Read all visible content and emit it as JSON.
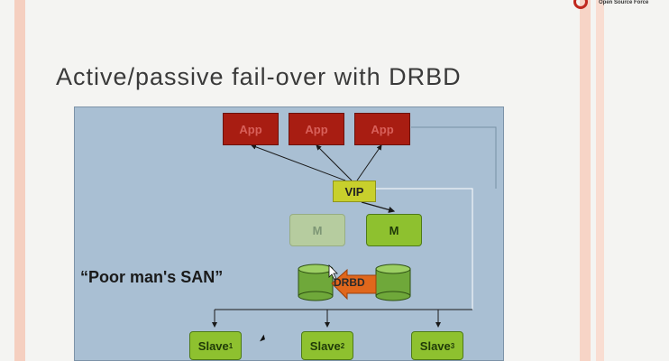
{
  "slide": {
    "title": "Active/passive fail-over with DRBD",
    "logo_text": "Open Source Force"
  },
  "diagram": {
    "apps": [
      "App",
      "App",
      "App"
    ],
    "vip_label": "VIP",
    "masters": [
      {
        "label": "M",
        "state": "passive"
      },
      {
        "label": "M",
        "state": "active"
      }
    ],
    "replication_label": "DRBD",
    "san_label": "“Poor man's SAN”",
    "slaves": [
      {
        "label": "Slave",
        "index": "1"
      },
      {
        "label": "Slave",
        "index": "2"
      },
      {
        "label": "Slave",
        "index": "3"
      }
    ]
  },
  "colors": {
    "app": "#a81d12",
    "vip": "#c8d02c",
    "node_active": "#8ec12f",
    "node_passive": "#b6cc9f",
    "drbd_arrow": "#e0671c",
    "diagram_bg": "#a9bfd3",
    "stripe": "#f5c9b8"
  }
}
